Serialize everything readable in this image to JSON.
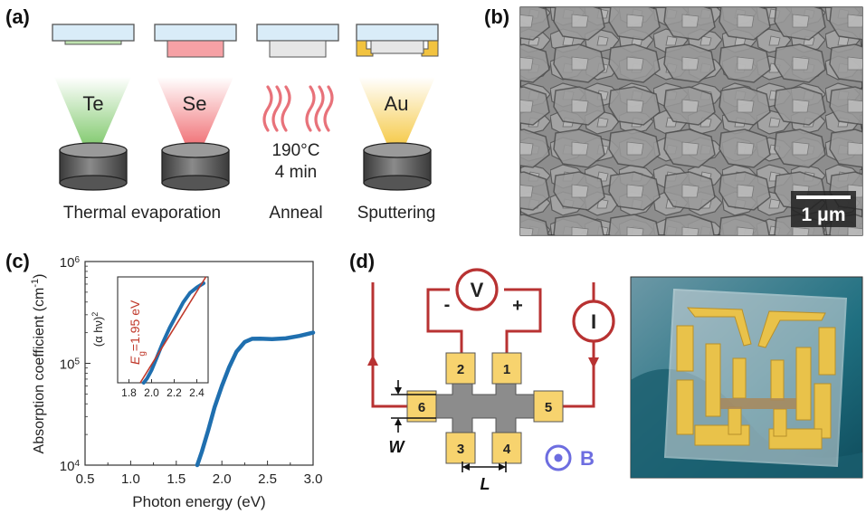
{
  "panels": {
    "a": "(a)",
    "b": "(b)",
    "c": "(c)",
    "d": "(d)"
  },
  "panel_a": {
    "sources": [
      "Te",
      "Se",
      "Au"
    ],
    "anneal_temp": "190°C",
    "anneal_time": "4 min",
    "captions": [
      "Thermal evaporation",
      "Anneal",
      "Sputtering"
    ],
    "colors": {
      "te": "#7ec86a",
      "se": "#f06d72",
      "au": "#f5c842",
      "heat": "#e8727a"
    }
  },
  "panel_b": {
    "scalebar": "1 μm"
  },
  "chart_data": {
    "type": "line",
    "xlabel": "Photon energy (eV)",
    "ylabel": "Absorption coefficient (cm",
    "ylabel_sup": "-1",
    "ylabel_end": ")",
    "xlim": [
      0.5,
      3.0
    ],
    "ylim": [
      10000,
      1000000
    ],
    "yscale": "log",
    "xticks": [
      "0.5",
      "1.0",
      "1.5",
      "2.0",
      "2.5",
      "3.0"
    ],
    "yticks": [
      {
        "base": "10",
        "exp": "4"
      },
      {
        "base": "10",
        "exp": "5"
      },
      {
        "base": "10",
        "exp": "6"
      }
    ],
    "x": [
      1.73,
      1.78,
      1.85,
      1.92,
      2.0,
      2.08,
      2.16,
      2.25,
      2.33,
      2.42,
      2.55,
      2.7,
      2.85,
      3.0
    ],
    "y": [
      10000,
      13500,
      22000,
      37000,
      60000,
      92000,
      130000,
      162000,
      174000,
      175000,
      173000,
      176000,
      186000,
      200000
    ],
    "color": "#1f6faf",
    "inset": {
      "ylabel": "(α hν)",
      "ylabel_sup": "2",
      "xticks": [
        "1.8",
        "2.0",
        "2.2",
        "2.4"
      ],
      "xlim": [
        1.7,
        2.5
      ],
      "x": [
        1.93,
        1.96,
        2.0,
        2.05,
        2.1,
        2.16,
        2.22,
        2.28,
        2.34,
        2.4,
        2.46
      ],
      "y": [
        0.0,
        0.04,
        0.12,
        0.25,
        0.38,
        0.52,
        0.64,
        0.76,
        0.85,
        0.9,
        0.94
      ],
      "fit_x": [
        1.9,
        2.48
      ],
      "fit_y": [
        -0.04,
        1.12
      ],
      "eg_label": "E",
      "eg_sub": "g",
      "eg_value": "=1.95 eV",
      "fit_color": "#c0392b"
    }
  },
  "panel_d": {
    "voltmeter": "V",
    "ammeter": "I",
    "minus": "-",
    "plus": "+",
    "contacts": [
      "1",
      "2",
      "3",
      "4",
      "5",
      "6"
    ],
    "width_label": "W",
    "length_label": "L",
    "field_label": "B",
    "colors": {
      "wire": "#b83232",
      "pad": "#f7d36e",
      "channel": "#8c8c8c",
      "field": "#6d6de0"
    }
  }
}
